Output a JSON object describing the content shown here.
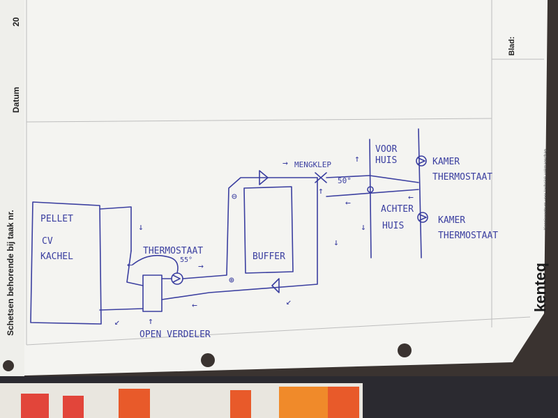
{
  "form": {
    "title_label": "Schetsen behorende bij taak nr.",
    "date_label": "Datum",
    "page_label": "Blad:",
    "corner_number": "20",
    "brand": "kenteq",
    "brand_tagline": "Kenniscentrum voor techniek vakmanschap"
  },
  "diagram": {
    "pellet_stove": [
      "PELLET",
      "CV",
      "KACHEL"
    ],
    "thermostat": "THERMOSTAAT",
    "thermostat_temp": "55°",
    "buffer": "BUFFER",
    "mixing_valve": "MENGKLEP",
    "mixing_temp": "50°",
    "open_manifold": "OPEN VERDELER",
    "front_house": [
      "VOOR",
      "HUIS"
    ],
    "back_house": [
      "ACHTER",
      "HUIS"
    ],
    "room_thermostat_front": [
      "KAMER",
      "THERMOSTAAT"
    ],
    "room_thermostat_back": [
      "KAMER",
      "THERMOSTAAT"
    ]
  },
  "colors": {
    "ink": "#3b3fa0",
    "paper": "#f4f4f1"
  }
}
